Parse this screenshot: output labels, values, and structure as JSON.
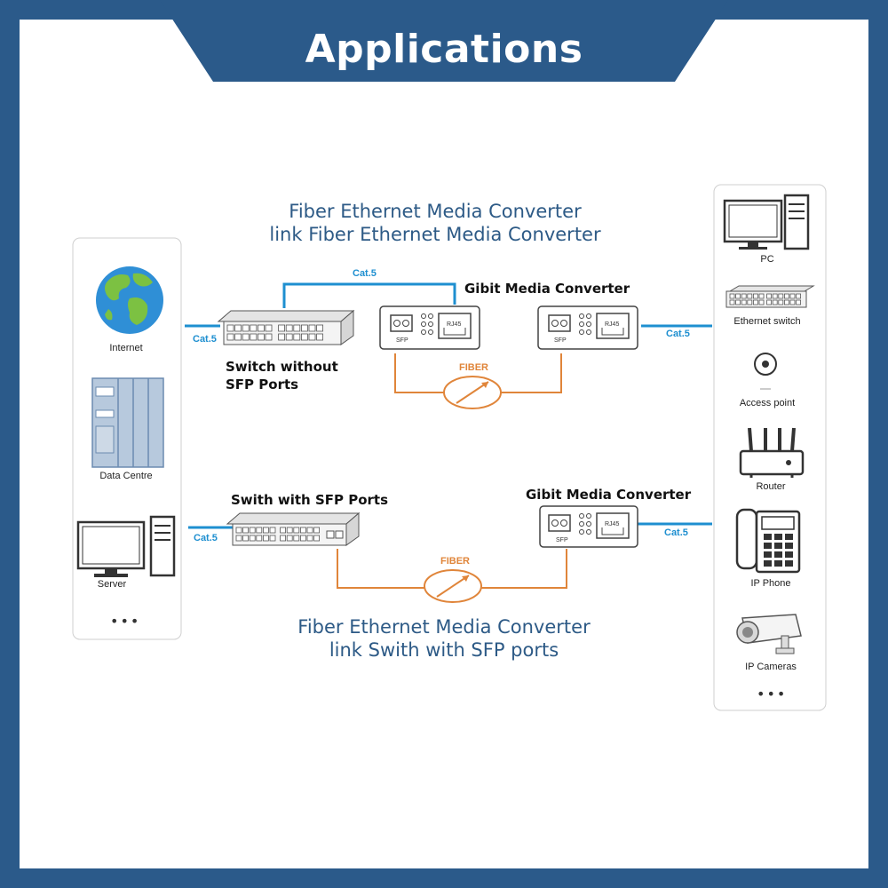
{
  "banner": {
    "title": "Applications"
  },
  "captions": {
    "top_line1": "Fiber Ethernet Media Converter",
    "top_line2": "link Fiber Ethernet Media Converter",
    "bottom_line1": "Fiber Ethernet Media Converter",
    "bottom_line2": "link Swith with SFP ports"
  },
  "left_panel": {
    "items": [
      {
        "label": "Internet",
        "icon": "globe-icon"
      },
      {
        "label": "Data Centre",
        "icon": "server-rack-icon"
      },
      {
        "label": "Server",
        "icon": "desktop-computer-icon"
      }
    ],
    "more": "•••"
  },
  "right_panel": {
    "items": [
      {
        "label": "PC",
        "icon": "desktop-computer-icon"
      },
      {
        "label": "Ethernet switch",
        "icon": "switch-icon"
      },
      {
        "label": "Access point",
        "icon": "access-point-icon"
      },
      {
        "label": "Router",
        "icon": "router-icon"
      },
      {
        "label": "IP Phone",
        "icon": "ip-phone-icon"
      },
      {
        "label": "IP Cameras",
        "icon": "ip-camera-icon"
      }
    ],
    "more": "•••"
  },
  "top_link": {
    "switch_label_line1": "Switch without",
    "switch_label_line2": "SFP Ports",
    "converter_label": "Gibit Media Converter",
    "cable_label": "Cat.5",
    "fiber_label": "FIBER",
    "port_sfp": "SFP",
    "port_rj45": "RJ45"
  },
  "bottom_link": {
    "switch_label": "Swith with SFP Ports",
    "converter_label": "Gibit Media Converter",
    "cable_label": "Cat.5",
    "fiber_label": "FIBER",
    "port_sfp": "SFP",
    "port_rj45": "RJ45"
  },
  "colors": {
    "frame": "#2b5a8a",
    "caption_text": "#2d5a86",
    "cat5_line": "#1e8fd0",
    "fiber_line": "#e0853a"
  }
}
